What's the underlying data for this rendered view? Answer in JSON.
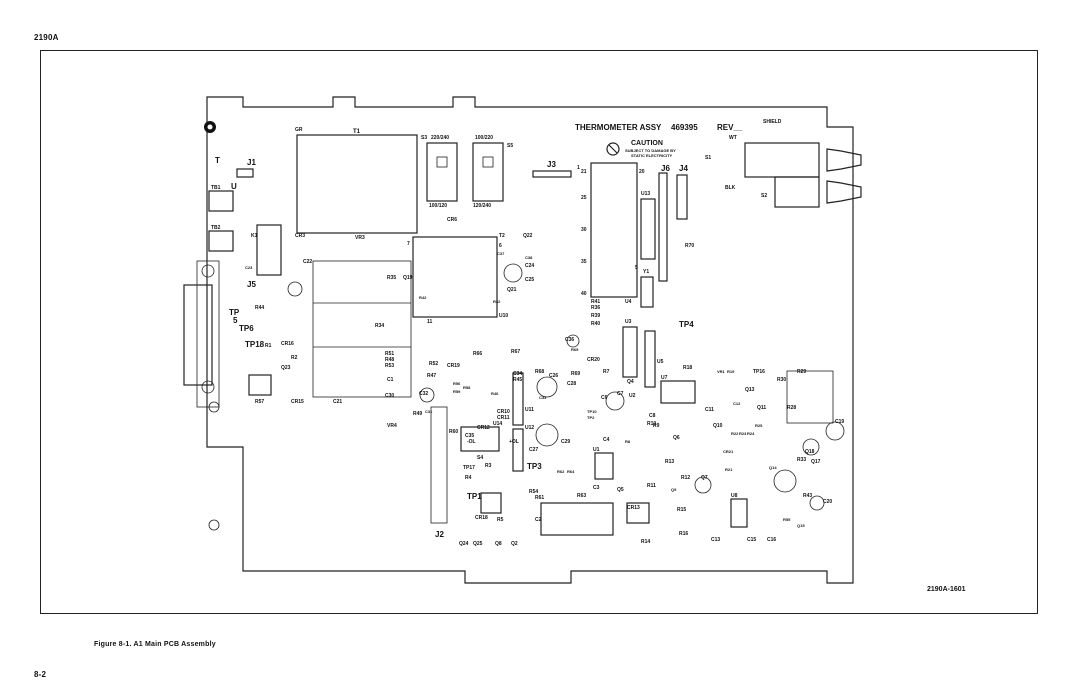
{
  "page": {
    "header_code": "2190A",
    "figure_caption": "Figure 8-1. A1 Main PCB Assembly",
    "page_number": "8-2",
    "figure_id": "2190A-1601"
  },
  "board": {
    "title": "THERMOMETER ASSY",
    "part_number": "469395",
    "rev_label": "REV__",
    "caution_title": "CAUTION",
    "caution_line1": "SUBJECT TO DAMAGE BY",
    "caution_line2": "STATIC ELECTRICITY",
    "shield_label": "SHIELD",
    "wt_label": "WT",
    "blk_label": "BLK",
    "s1": "S1",
    "s2": "S2",
    "s3": "S3",
    "s5": "S5",
    "s4": "S4",
    "t1": "T1",
    "t2": "T2",
    "gr": "GR",
    "volt_a_top": "220/240",
    "volt_a_bottom": "100/120",
    "volt_b_top": "100/220",
    "volt_b_bottom": "120/240",
    "connectors": {
      "j1": "J1",
      "j2": "J2",
      "j3": "J3",
      "j4": "J4",
      "j5": "J5",
      "j6": "J6",
      "tb1": "TB1",
      "tb2": "TB2",
      "k1": "K1"
    },
    "test_points": {
      "tp": "TP",
      "tp5": "5",
      "tp6": "TP6",
      "tp18": "TP18",
      "tp3": "TP3",
      "tp4": "TP4",
      "tp17": "TP17",
      "tp1": "TP1",
      "tp16": "TP16",
      "tp10": "TP10",
      "tp2": "TP2"
    },
    "ics": {
      "u4": "U4",
      "u13": "U13",
      "u3": "U3",
      "u5": "U5",
      "u7": "U7",
      "u10": "U10",
      "u11": "U11",
      "u12": "U12",
      "u1": "U1",
      "u2": "U2",
      "u8": "U8",
      "u14": "U14",
      "y1": "Y1"
    },
    "parts": {
      "r44": "R44",
      "r57": "R57",
      "cr15": "CR15",
      "c21": "C21",
      "c30": "C30",
      "c22": "C22",
      "c23": "C23",
      "cr3": "CR3",
      "vr3": "VR3",
      "vr4": "VR4",
      "cr6": "CR6",
      "q22": "Q22",
      "c24": "C24",
      "c25": "C25",
      "q21": "Q21",
      "r35": "R35",
      "q19": "Q19",
      "r34": "R34",
      "r70": "R70",
      "r41": "R41",
      "r36": "R36",
      "r39": "R39",
      "r40": "R40",
      "c36": "C36",
      "cr20": "CR20",
      "r67": "R67",
      "r66": "R66",
      "r68": "R68",
      "r69": "R69",
      "r52": "R52",
      "cr19": "CR19",
      "r47": "R47",
      "r51": "R51",
      "r48": "R48",
      "r53": "R53",
      "r45": "R45",
      "c34": "C34",
      "c26": "C26",
      "c28": "C28",
      "c27": "C27",
      "c29": "C29",
      "c1": "C1",
      "c32": "C32",
      "c31": "C31",
      "r49": "R49",
      "r60": "R60",
      "c35": "C35",
      "cr10": "CR10",
      "cr11": "CR11",
      "cr12": "CR12",
      "r3": "R3",
      "r4": "R4",
      "r54": "R54",
      "r61": "R61",
      "r63": "R63",
      "r5": "R5",
      "cr18": "CR18",
      "c2": "C2",
      "r14": "R14",
      "r15": "R15",
      "r16": "R16",
      "c13": "C13",
      "c15": "C15",
      "c16": "C16",
      "r18": "R18",
      "r29": "R29",
      "r30": "R30",
      "r7": "R7",
      "q4": "Q4",
      "c6": "C6",
      "c4": "C4",
      "c11": "C11",
      "q10": "Q10",
      "q18": "Q18",
      "q17": "Q17",
      "c19": "C19",
      "c20": "C20",
      "r43": "R43",
      "r33": "R33",
      "r13": "R13",
      "r11": "R11",
      "q5": "Q5",
      "c3": "C3",
      "cr13": "CR13",
      "r12": "R12",
      "q7": "Q7",
      "q6": "Q6",
      "r10": "R10",
      "c8": "C8",
      "q24": "Q24",
      "q25": "Q25",
      "q8": "Q8",
      "q2": "Q2",
      "r1": "R1",
      "r2": "R2",
      "cr16": "CR16",
      "q23": "Q23",
      "ol": "-OL",
      "plus_ol": "+OL",
      "c33": "C33",
      "c38": "C38",
      "c37": "C37",
      "r28": "R28",
      "q11": "Q11",
      "q13": "Q13",
      "vr1": "VR1",
      "r19": "R19",
      "c12": "C12",
      "c7": "C7",
      "r9": "R9",
      "r8": "R8",
      "cr21": "CR21",
      "r56": "R56",
      "r58": "R58",
      "r59": "R59",
      "r65": "R65",
      "r42": "R42",
      "r46": "R46",
      "r64": "R64",
      "r62": "R62",
      "r32": "R32",
      "r22": "R22",
      "r23": "R23",
      "r24": "R24",
      "r25": "R25",
      "r21": "R21",
      "q9": "Q9",
      "q14": "Q14",
      "q15": "Q15",
      "r55": "R55",
      "t_label": "T",
      "u_label": "U"
    },
    "pins": {
      "p1": "1",
      "p6": "6",
      "p7": "7",
      "p11": "11",
      "p20": "20",
      "p21": "21",
      "p25": "25",
      "p30": "30",
      "p35": "35",
      "p40": "40",
      "p5": "5"
    }
  }
}
